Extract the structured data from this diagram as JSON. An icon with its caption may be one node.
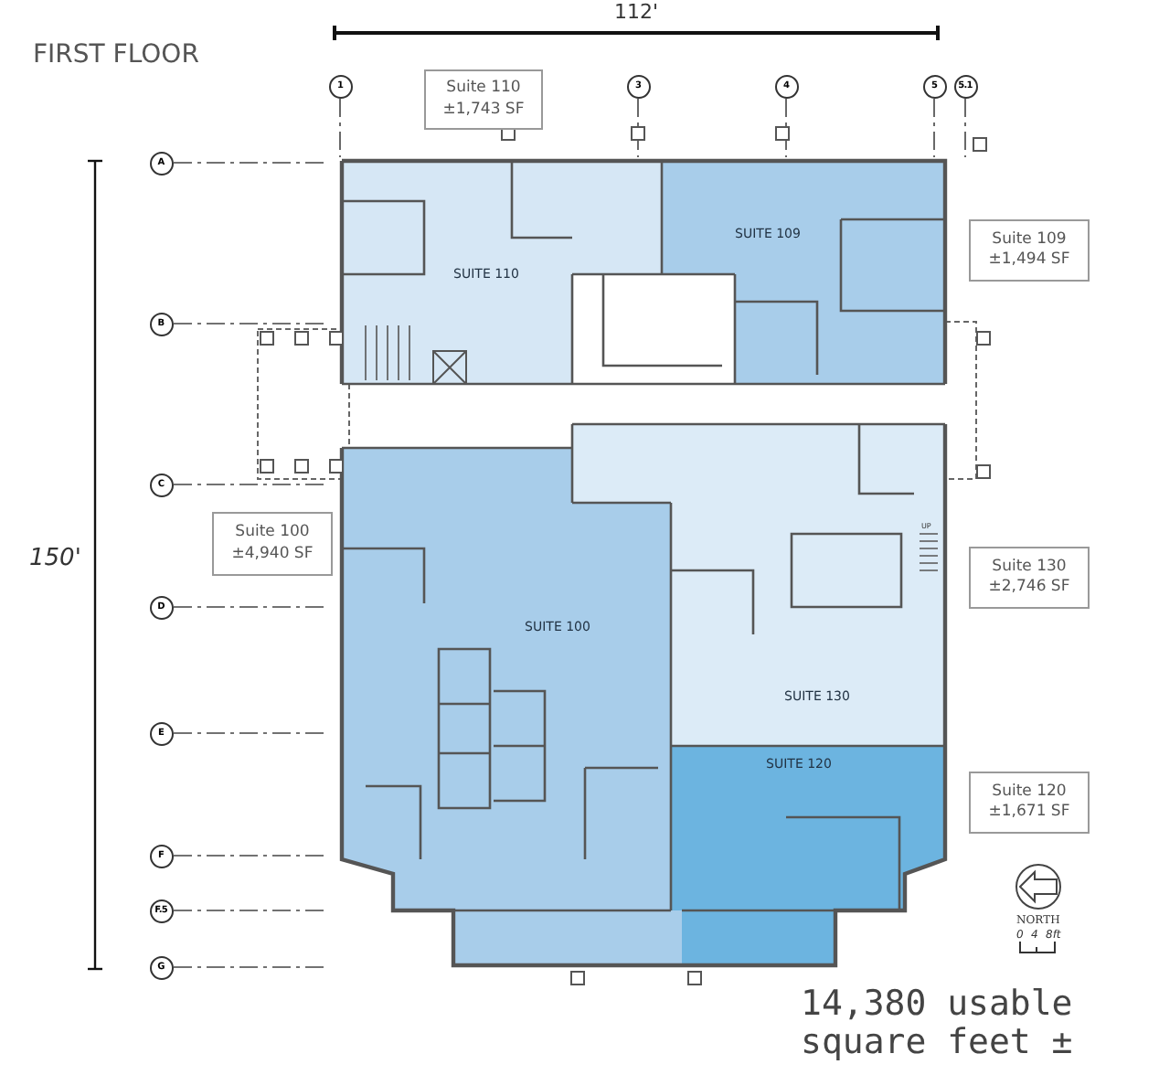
{
  "diagram": {
    "title": "FIRST FLOOR",
    "nodes": [
      {
        "text": [
          "Suite 110",
          "±1,743 SF"
        ]
      },
      {
        "text": [
          "Suite 109",
          "±1,494 SF"
        ]
      },
      {
        "text": [
          "Suite 100",
          "±4,940 SF"
        ]
      },
      {
        "text": [
          "Suite 130",
          "±2,746 SF"
        ]
      },
      {
        "text": [
          "Suite 120",
          "±1,671 SF"
        ]
      },
      {
        "text": [
          "SUITE 110"
        ]
      },
      {
        "text": [
          "SUITE 109"
        ]
      },
      {
        "text": [
          "SUITE 100"
        ]
      },
      {
        "text": [
          "SUITE 130"
        ]
      },
      {
        "text": [
          "SUITE 120"
        ]
      },
      {
        "text": [
          "1"
        ]
      },
      {
        "text": [
          "3"
        ]
      },
      {
        "text": [
          "4"
        ]
      },
      {
        "text": [
          "5"
        ]
      },
      {
        "text": [
          "5.1"
        ]
      },
      {
        "text": [
          "A"
        ]
      },
      {
        "text": [
          "B"
        ]
      },
      {
        "text": [
          "C"
        ]
      },
      {
        "text": [
          "D"
        ]
      },
      {
        "text": [
          "E"
        ]
      },
      {
        "text": [
          "F"
        ]
      },
      {
        "text": [
          "F.5"
        ]
      },
      {
        "text": [
          "G"
        ]
      }
    ],
    "labels": [
      "112'",
      "150'",
      "UP",
      "NORTH",
      "0",
      "4",
      "8ft",
      "14,380 usable square feet ±"
    ]
  }
}
